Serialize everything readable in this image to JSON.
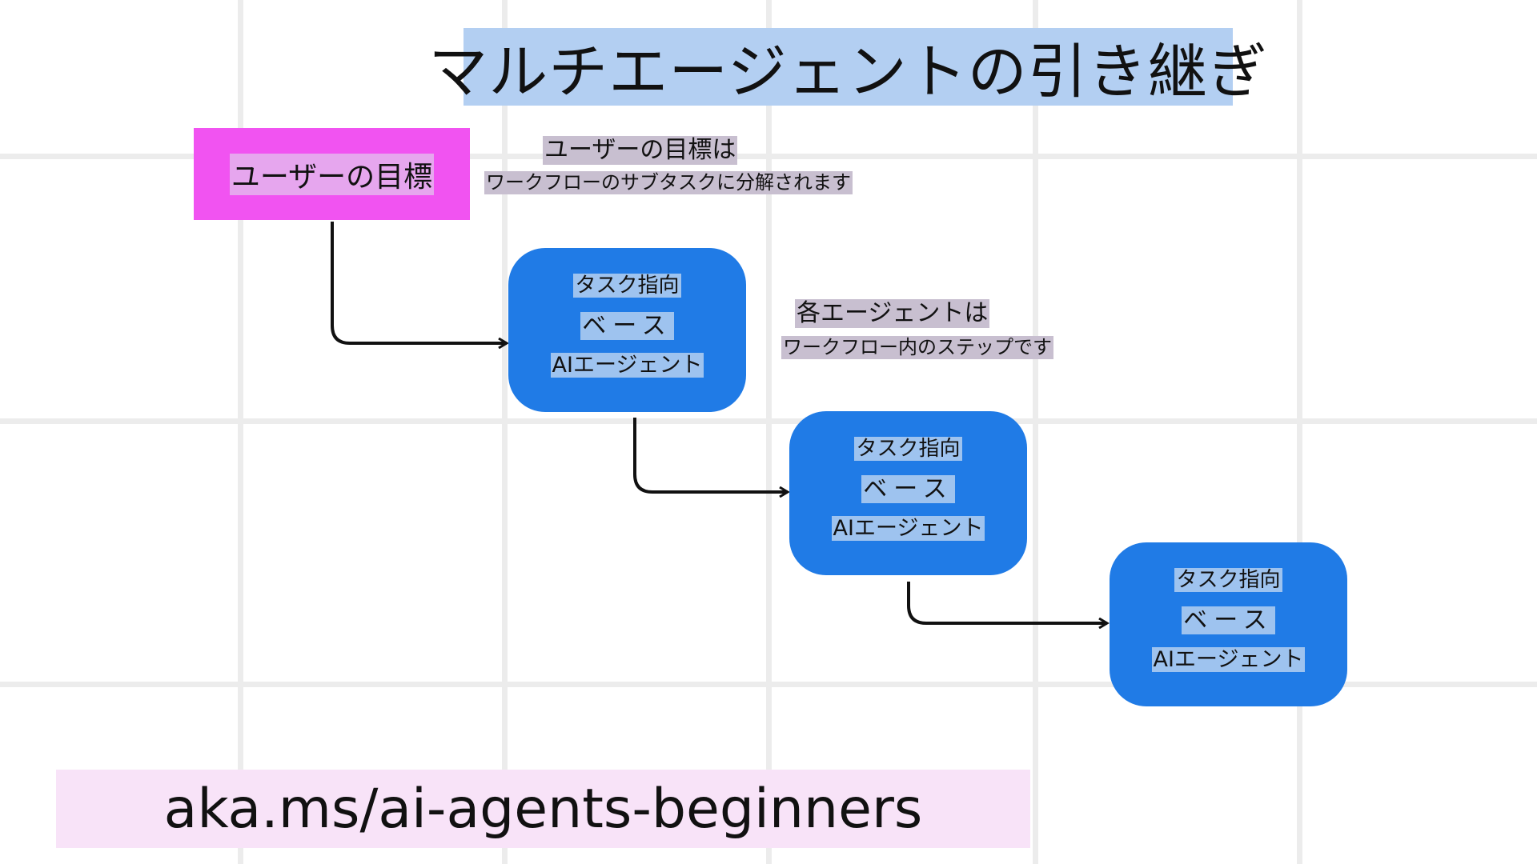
{
  "title": "マルチエージェントの引き継ぎ",
  "goal": "ユーザーの目標",
  "caption1": {
    "line1": "ユーザーの目標は",
    "line2": "ワークフローのサブタスクに分解されます"
  },
  "caption2": {
    "line1": "各エージェントは",
    "line2": "ワークフロー内のステップです"
  },
  "agents": [
    {
      "line1": "タスク指向",
      "line2": "ベース",
      "line3": "AIエージェント"
    },
    {
      "line1": "タスク指向",
      "line2": "ベース",
      "line3": "AIエージェント"
    },
    {
      "line1": "タスク指向",
      "line2": "ベース",
      "line3": "AIエージェント"
    }
  ],
  "footer_url": "aka.ms/ai-agents-beginners",
  "colors": {
    "title_bg": "#b3cff2",
    "goal_bg": "#f153f1",
    "agent_bg": "#207be6",
    "caption_bg": "#c8bfd0",
    "footer_bg": "#f8e3f8"
  }
}
